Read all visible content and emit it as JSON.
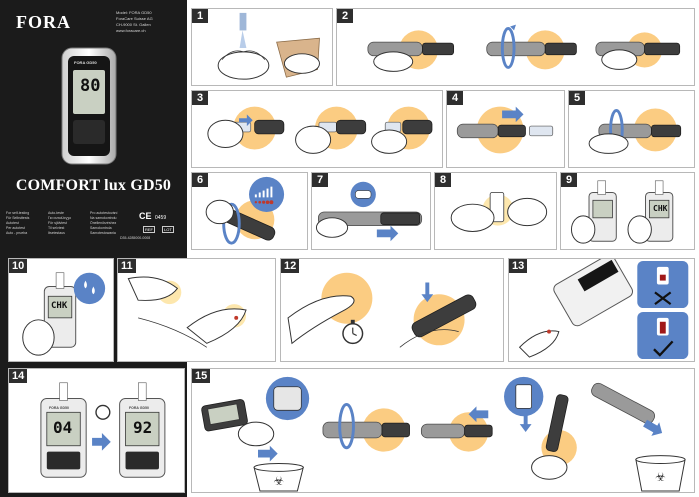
{
  "brand": {
    "logo": "FORA",
    "maker_lines": [
      "Model: FORA GD50",
      "ForaCare Suisse AG",
      "CH-9000 St. Gallen",
      "www.foracare.ch"
    ],
    "product_title": "COMFORT lux GD50",
    "device_label": "FORA GD50",
    "device_reading": "80",
    "ce_mark": "CE",
    "ce_number": "0459",
    "ref_label": "REF",
    "lot_label": "LOT",
    "languages_col1": [
      "For self-testing",
      "Für Selbsttests",
      "Autotest",
      "Per autotest",
      "Auto - prueba"
    ],
    "languages_col2": [
      "Auto-teste",
      "Για αυτοέλεγχο",
      "För självtest",
      "Til selvtest",
      "Itsetestaus"
    ],
    "languages_col3": [
      "Pro autotestování",
      "Na samokontrolu",
      "Önellenőrzéshez",
      "Samokontrola",
      "Samotestowania"
    ],
    "doc_code": "D35-4285000-0008"
  },
  "steps": [
    {
      "number": "1"
    },
    {
      "number": "2"
    },
    {
      "number": "3"
    },
    {
      "number": "4"
    },
    {
      "number": "5"
    },
    {
      "number": "6"
    },
    {
      "number": "7"
    },
    {
      "number": "8"
    },
    {
      "number": "9"
    },
    {
      "number": "10"
    },
    {
      "number": "11"
    },
    {
      "number": "12"
    },
    {
      "number": "13"
    },
    {
      "number": "14"
    },
    {
      "number": "15"
    }
  ],
  "screens": {
    "step9_meter1": "",
    "step9_meter2": "CHK",
    "step10_meter": "CHK",
    "step14_meter1": "04",
    "step14_meter2": "92",
    "step14_label": "FORA GD50"
  },
  "colors": {
    "panel_bg": "#1b1b1b",
    "accent_blue": "#5a83c6",
    "glow_orange": "#f7a21b",
    "step_badge": "#2e2e2e"
  },
  "icons": {
    "step10": "blood-drop-icon",
    "step12": "timer-icon",
    "step13_ok": "check-icon",
    "step13_bad": "cross-icon",
    "step14": "timer-icon",
    "step15": "biohazard-icon"
  }
}
